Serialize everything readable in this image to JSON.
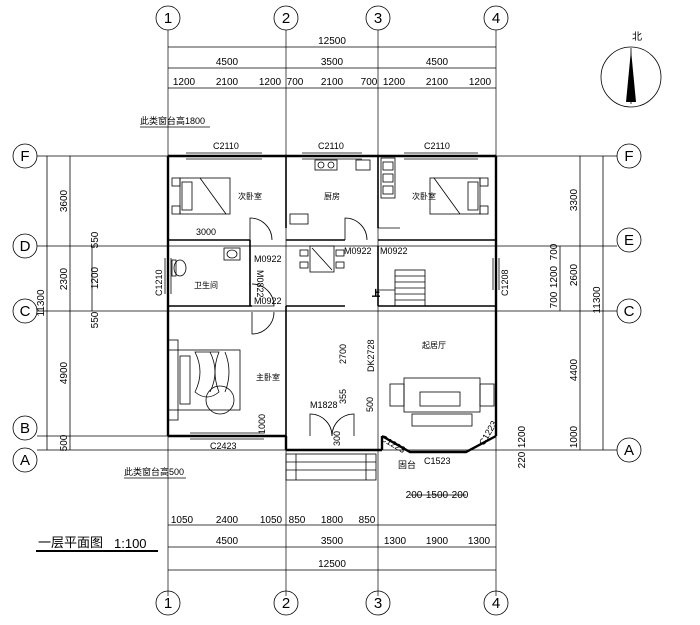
{
  "north_label": "北",
  "drawing_title": "一层平面图",
  "scale": "1:100",
  "axis_columns": [
    "1",
    "2",
    "3",
    "4"
  ],
  "axis_rows_left": [
    "F",
    "D",
    "C",
    "B",
    "A"
  ],
  "axis_rows_right": [
    "F",
    "E",
    "C",
    "A"
  ],
  "top_dims": {
    "total": "12500",
    "bays": [
      "4500",
      "3500",
      "4500"
    ],
    "details": [
      "1200",
      "2100",
      "1200",
      "700",
      "2100",
      "700",
      "1200",
      "2100",
      "1200"
    ]
  },
  "bottom_dims": {
    "details": [
      "1050",
      "2400",
      "1050",
      "850",
      "1800",
      "850",
      "1300",
      "1900",
      "1300"
    ],
    "bays": [
      "4500",
      "3500",
      "1300",
      "1900",
      "1300"
    ],
    "total": "12500",
    "bay_window": [
      "200",
      "1500",
      "200"
    ]
  },
  "left_dims": {
    "outer": [
      "3600",
      "2300",
      "4900",
      "500"
    ],
    "total": "11300",
    "inner": [
      "550",
      "1200",
      "550"
    ]
  },
  "right_dims": {
    "outer": [
      "3300",
      "2600",
      "4400",
      "1000"
    ],
    "inner": [
      "700",
      "1200",
      "700"
    ],
    "total": "11300",
    "bay_window": [
      "1200",
      "220"
    ]
  },
  "notes": {
    "top_sill": "此类窗台高1800",
    "bottom_sill": "此类窗台高500"
  },
  "rooms": {
    "bedroom2_left": "次卧室",
    "kitchen": "厨房",
    "bedroom2_right": "次卧室",
    "bathroom": "卫生间",
    "master_bedroom": "主卧室",
    "living_room": "起居厅",
    "stair": "上"
  },
  "labels": {
    "window_top_left": "C2110",
    "window_top_mid": "C2110",
    "window_top_right": "C2110",
    "dim_3000": "3000",
    "door_bedroom_left": "M0922",
    "door_kitchen": "M0922",
    "door_bedroom_right": "M0922",
    "door_bath_a": "M0822",
    "door_bath_b": "M0922",
    "window_bath": "C1210",
    "window_right_e": "C1208",
    "opening": "DK2728",
    "dim_2700": "2700",
    "door_main": "M1828",
    "dim_355": "355",
    "dim_500": "500",
    "dim_300": "300",
    "dim_1000": "1000",
    "window_master": "C2423",
    "bay_left": "C1223",
    "bay_right": "C1223",
    "bay_front": "C1523",
    "bay_sill": "固台"
  }
}
